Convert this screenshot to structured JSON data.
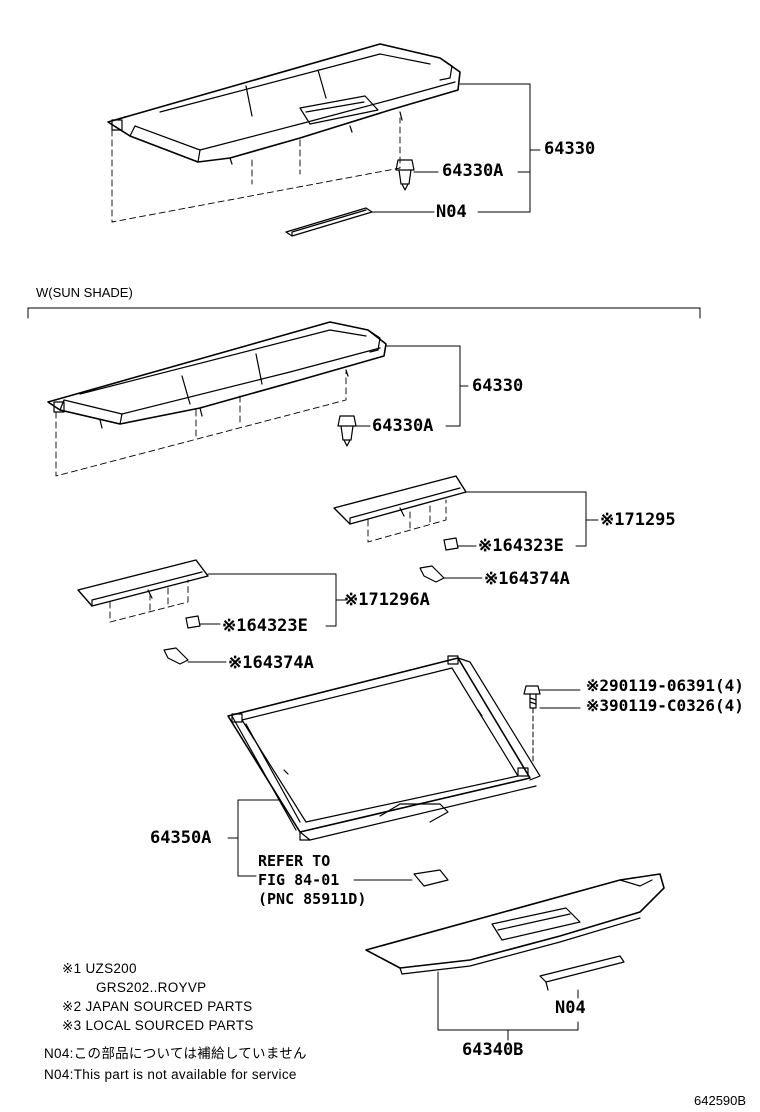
{
  "section_header": "W(SUN SHADE)",
  "parts": {
    "top_tonneau": "64330",
    "top_clip": "64330A",
    "top_n04": "N04",
    "mid_tonneau": "64330",
    "mid_clip": "64330A",
    "visor_right": "※171295",
    "clip_right": "※164323E",
    "holder_right": "※164374A",
    "visor_left": "※171296A",
    "clip_left": "※164323E",
    "holder_left": "※164374A",
    "bolt_1": "※290119-06391(4)",
    "bolt_2": "※390119-C0326(4)",
    "sunshade": "64350A",
    "refer_1": "REFER TO",
    "refer_2": "FIG 84-01",
    "refer_3": "(PNC 85911D)",
    "bottom_n04": "N04",
    "bottom_tonneau": "64340B"
  },
  "legend": {
    "l1": "※1  UZS200",
    "l2": "GRS202..ROYVP",
    "l3": "※2 JAPAN SOURCED PARTS",
    "l4": "※3 LOCAL SOURCED PARTS",
    "l5": "N04:この部品については補給していません",
    "l6": "N04:This part is not available for service"
  },
  "figure_code": "642590B"
}
